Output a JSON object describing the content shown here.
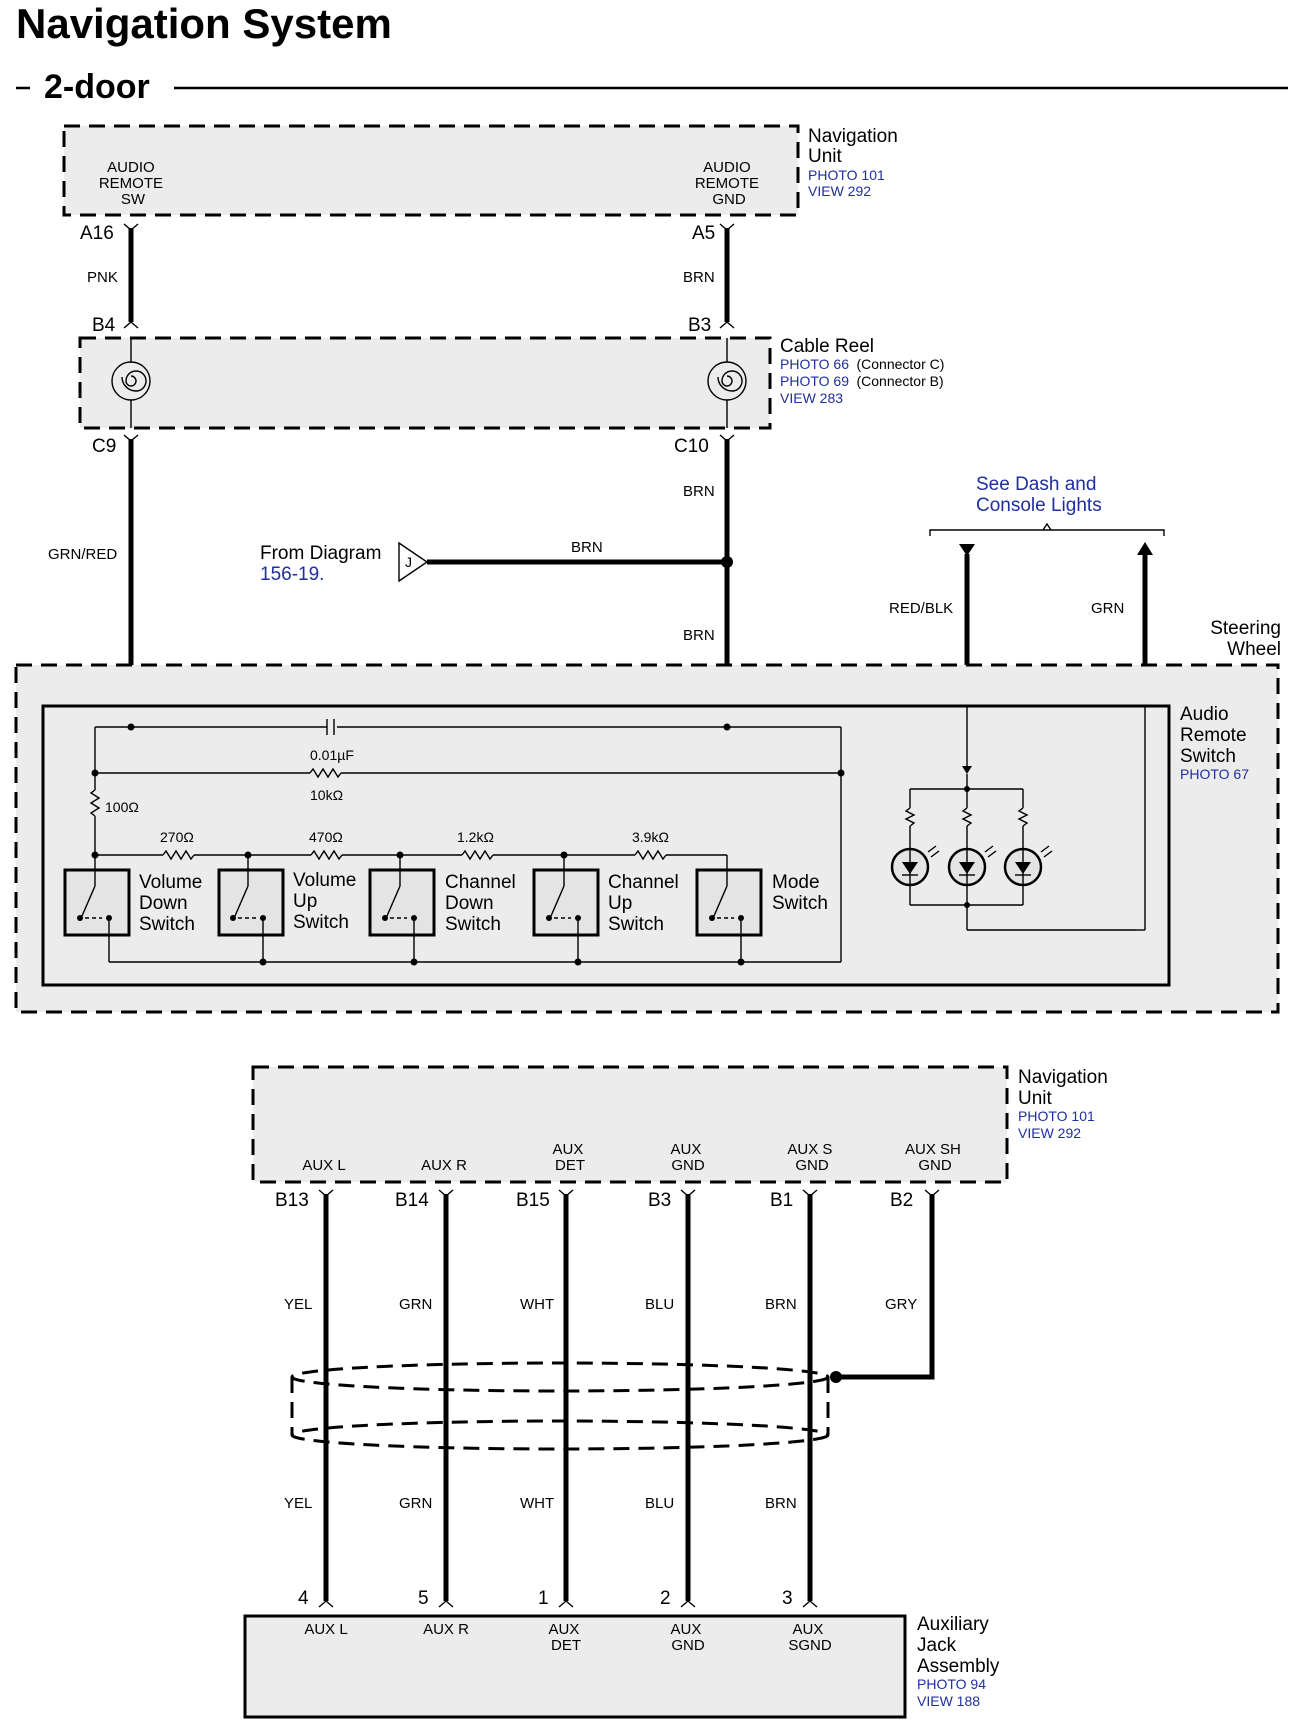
{
  "title": "Navigation System",
  "subtitle": "2-door",
  "nav_unit_top": {
    "name": "Navigation Unit",
    "photo": "PHOTO 101",
    "view": "VIEW 292",
    "terminals": [
      {
        "label": [
          "AUDIO",
          "REMOTE",
          "SW"
        ],
        "pin": "A16",
        "wire": "PNK"
      },
      {
        "label": [
          "AUDIO",
          "REMOTE",
          "GND"
        ],
        "pin": "A5",
        "wire": "BRN"
      }
    ]
  },
  "cable_reel": {
    "name": "Cable Reel",
    "photo1": "PHOTO 66",
    "photo1_note": "(Connector C)",
    "photo2": "PHOTO 69",
    "photo2_note": "(Connector B)",
    "view": "VIEW 283",
    "pins_top": [
      "B4",
      "B3"
    ],
    "pins_bottom": [
      "C9",
      "C10"
    ],
    "wires_below": [
      "GRN/RED",
      "BRN"
    ]
  },
  "from_diagram": {
    "text": "From Diagram",
    "ref": "156-19.",
    "connector": "J",
    "wire": "BRN"
  },
  "brn_lower": "BRN",
  "dash_lights": {
    "line1": "See Dash and",
    "line2": "Console Lights",
    "wires": [
      "RED/BLK",
      "GRN"
    ]
  },
  "steering_wheel": "Steering Wheel",
  "audio_remote_switch": {
    "name": "Audio Remote Switch",
    "photo": "PHOTO 67",
    "capacitor": "0.01µF",
    "r_top": "10kΩ",
    "r_left": "100Ω",
    "resistors": [
      "270Ω",
      "470Ω",
      "1.2kΩ",
      "3.9kΩ"
    ],
    "switches": [
      [
        "Volume",
        "Down",
        "Switch"
      ],
      [
        "Volume",
        "Up",
        "Switch"
      ],
      [
        "Channel",
        "Down",
        "Switch"
      ],
      [
        "Channel",
        "Up",
        "Switch"
      ],
      [
        "Mode",
        "Switch"
      ]
    ]
  },
  "nav_unit_bottom": {
    "name": "Navigation Unit",
    "photo": "PHOTO 101",
    "view": "VIEW 292",
    "terminals": [
      {
        "label": [
          "AUX L"
        ],
        "pin": "B13",
        "wire": "YEL"
      },
      {
        "label": [
          "AUX R"
        ],
        "pin": "B14",
        "wire": "GRN"
      },
      {
        "label": [
          "AUX",
          "DET"
        ],
        "pin": "B15",
        "wire": "WHT"
      },
      {
        "label": [
          "AUX",
          "GND"
        ],
        "pin": "B3",
        "wire": "BLU"
      },
      {
        "label": [
          "AUX S",
          "GND"
        ],
        "pin": "B1",
        "wire": "BRN"
      },
      {
        "label": [
          "AUX SH",
          "GND"
        ],
        "pin": "B2",
        "wire": "GRY"
      }
    ]
  },
  "aux_jack": {
    "name": "Auxiliary Jack Assembly",
    "photo": "PHOTO 94",
    "view": "VIEW 188",
    "terminals": [
      {
        "pin": "4",
        "label": [
          "AUX L"
        ],
        "wire": "YEL"
      },
      {
        "pin": "5",
        "label": [
          "AUX R"
        ],
        "wire": "GRN"
      },
      {
        "pin": "1",
        "label": [
          "AUX",
          "DET"
        ],
        "wire": "WHT"
      },
      {
        "pin": "2",
        "label": [
          "AUX",
          "GND"
        ],
        "wire": "BLU"
      },
      {
        "pin": "3",
        "label": [
          "AUX",
          "SGND"
        ],
        "wire": "BRN"
      }
    ]
  }
}
